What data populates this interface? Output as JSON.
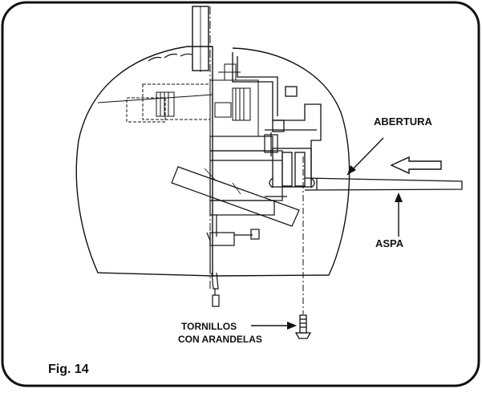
{
  "figure": {
    "label": "Fig. 14"
  },
  "callouts": {
    "opening": "ABERTURA",
    "blade": "ASPA",
    "screws_line1": "TORNILLOS",
    "screws_line2": "CON ARANDELAS"
  },
  "colors": {
    "line": "#111111",
    "background": "#ffffff"
  }
}
